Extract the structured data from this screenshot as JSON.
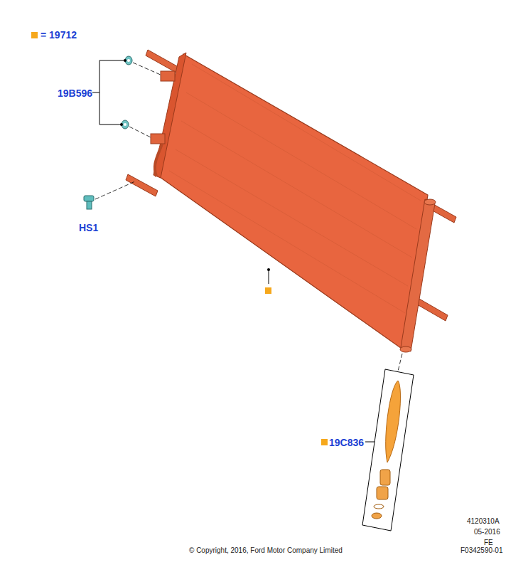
{
  "diagram": {
    "labels": [
      "19B596",
      "HS1",
      "19C836",
      "4120310A",
      "05-2016",
      "FE",
      "© Copyright, 2016, Ford Motor Company Limited",
      "F0342590-01"
    ],
    "legend": [
      {
        "text": "= 19712",
        "color": "#f6a81c"
      }
    ]
  }
}
